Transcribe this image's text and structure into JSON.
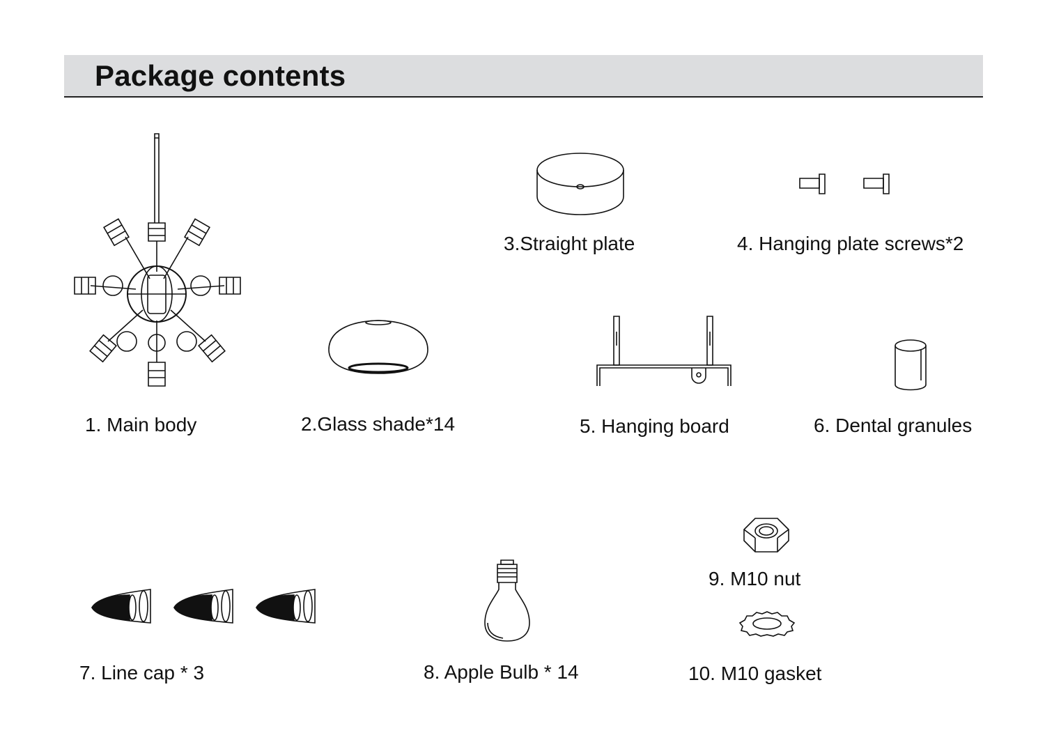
{
  "page": {
    "title": "Package contents"
  },
  "items": [
    {
      "label": "1. Main body",
      "icon": "chandelier-main-body-icon"
    },
    {
      "label": "2.Glass shade*14",
      "icon": "glass-shade-icon"
    },
    {
      "label": "3.Straight plate",
      "icon": "straight-plate-icon"
    },
    {
      "label": "4. Hanging plate screws*2",
      "icon": "screw-icon"
    },
    {
      "label": "5. Hanging board",
      "icon": "hanging-board-icon"
    },
    {
      "label": "6. Dental granules",
      "icon": "dental-granule-icon"
    },
    {
      "label": "7. Line cap * 3",
      "icon": "line-cap-icon"
    },
    {
      "label": "8. Apple Bulb * 14",
      "icon": "apple-bulb-icon"
    },
    {
      "label": "9. M10 nut",
      "icon": "hex-nut-icon"
    },
    {
      "label": "10. M10 gasket",
      "icon": "gasket-icon"
    }
  ]
}
